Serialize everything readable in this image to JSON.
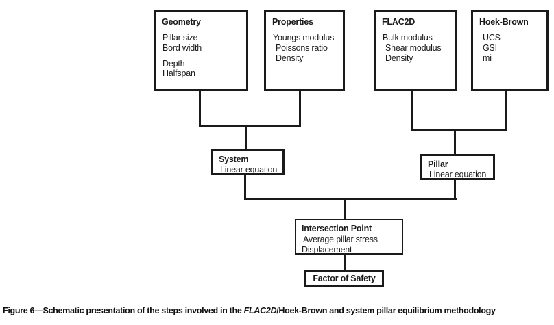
{
  "figure": {
    "caption_prefix": "Figure 6",
    "caption_dash": "—",
    "caption_part1": "Schematic presentation of the steps involved in the ",
    "caption_italic": "FLAC2D",
    "caption_part2": "/Hoek-Brown and system pillar equilibrium methodology"
  },
  "diagram": {
    "type": "flowchart",
    "inputs": [
      {
        "id": "geometry",
        "title": "Geometry",
        "items": [
          "Pillar size",
          "Bord width",
          "Depth",
          "Halfspan"
        ]
      },
      {
        "id": "properties",
        "title": "Properties",
        "items": [
          "Youngs modulus",
          "Poissons ratio",
          "Density"
        ]
      },
      {
        "id": "flac2d",
        "title": "FLAC2D",
        "items": [
          "Bulk modulus",
          "Shear modulus",
          "Density"
        ]
      },
      {
        "id": "hoek_brown",
        "title": "Hoek-Brown",
        "items": [
          "UCS",
          "GSI",
          "mi"
        ]
      }
    ],
    "intermediate": [
      {
        "id": "system",
        "title": "System",
        "items": [
          "Linear equation"
        ]
      },
      {
        "id": "pillar",
        "title": "Pillar",
        "items": [
          "Linear equation"
        ]
      }
    ],
    "result": {
      "id": "intersection_point",
      "title": "Intersection Point",
      "items": [
        "Average pillar stress",
        "Displacement"
      ]
    },
    "output": {
      "id": "factor_of_safety",
      "title": "Factor of Safety"
    },
    "colors": {
      "stroke": "#1a1a1a",
      "fill": "#ffffff",
      "text": "#1a1a1a"
    }
  }
}
